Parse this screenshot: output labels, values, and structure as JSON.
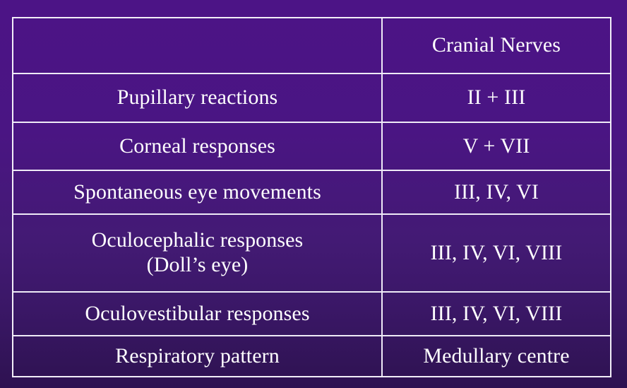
{
  "slide": {
    "background_top_color": "#4c1486",
    "background_bottom_color": "#2e1151",
    "text_color": "#ffffff",
    "border_color": "#efeaf7"
  },
  "table": {
    "columns": [
      "",
      "Cranial Nerves"
    ],
    "header": {
      "left": "",
      "right": "Cranial Nerves"
    },
    "rows": [
      {
        "sign": "Pupillary reactions",
        "nerves": "II + III"
      },
      {
        "sign": "Corneal responses",
        "nerves": "V + VII"
      },
      {
        "sign": "Spontaneous eye movements",
        "nerves": "III, IV, VI"
      },
      {
        "sign": "Oculocephalic responses\n(Doll’s eye)",
        "nerves": "III, IV, VI, VIII"
      },
      {
        "sign": "Oculovestibular responses",
        "nerves": "III, IV, VI, VIII"
      },
      {
        "sign": "Respiratory pattern",
        "nerves": "Medullary centre"
      }
    ]
  }
}
